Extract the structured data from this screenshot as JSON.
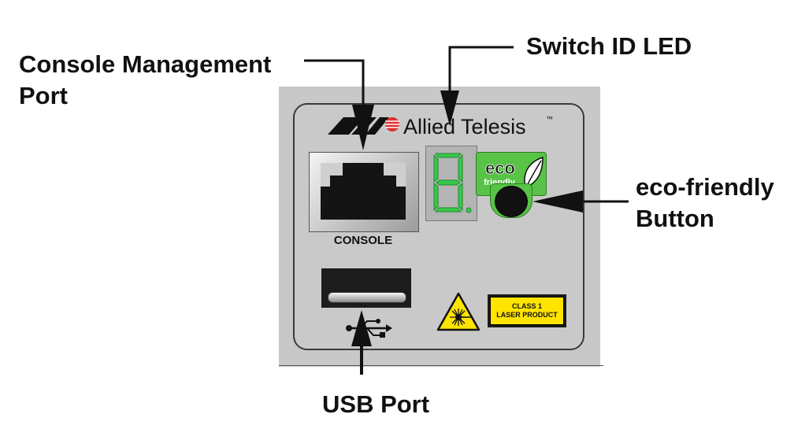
{
  "callouts": {
    "console_management_port": [
      "Console Management",
      "Port"
    ],
    "switch_id_led": "Switch ID LED",
    "eco_friendly_button": [
      "eco-friendly",
      "Button"
    ],
    "usb_port": "USB Port"
  },
  "panel": {
    "brand_name": "Allied Telesis",
    "trademark": "™",
    "console_label": "CONSOLE",
    "switch_id_digit": "8.",
    "eco_badge": {
      "text_top": "eco",
      "text_bottom": "friendly"
    },
    "laser_label": [
      "CLASS 1",
      "LASER PRODUCT"
    ],
    "usb_symbol": "usb-icon",
    "laser_symbol": "laser-warning-icon"
  },
  "colors": {
    "panel_gray": "#c8c8c8",
    "eco_green": "#58c346",
    "led_green": "#37c84a",
    "laser_yellow": "#ffe400",
    "brand_red": "#e03030"
  }
}
